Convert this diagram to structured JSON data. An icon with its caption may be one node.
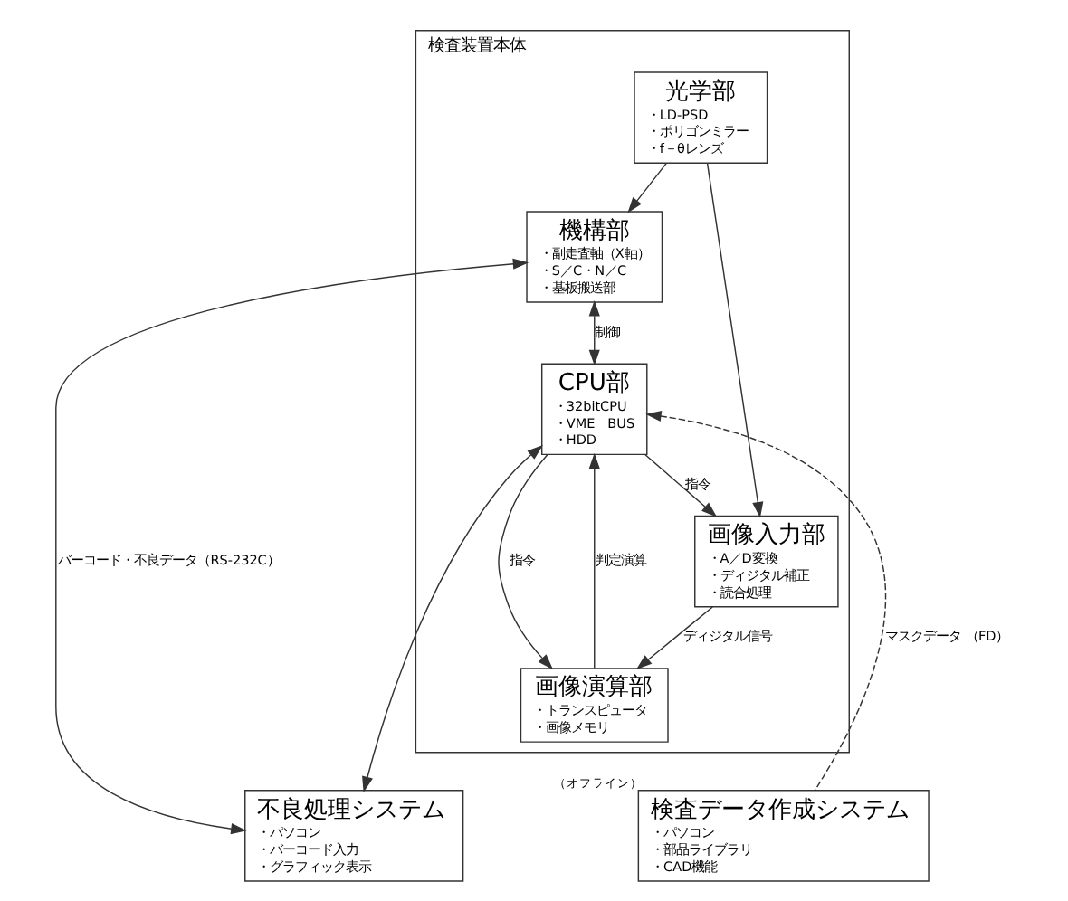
{
  "diagram": {
    "nodes": [
      {
        "text": [
          "検査装置本体"
        ]
      },
      {
        "text": [
          "光学部",
          "・LD-PSD",
          "・ポリゴンミラー",
          "・f－θレンズ"
        ],
        "in": 0
      },
      {
        "text": [
          "機構部",
          "・副走査軸（X軸）",
          "・S／C・N／C",
          "・基板搬送部"
        ],
        "in": 0
      },
      {
        "text": [
          "CPU部",
          "・32bitCPU",
          "・VME　BUS",
          "・HDD"
        ],
        "in": 0
      },
      {
        "text": [
          "画像入力部",
          "・A／D変換",
          "・ディジタル補正",
          "・読合処理"
        ],
        "in": 0
      },
      {
        "text": [
          "画像演算部",
          "・トランスピュータ",
          "・画像メモリ"
        ],
        "in": 0
      },
      {
        "text": [
          "不良処理システム",
          "・パソコン",
          "・バーコード入力",
          "・グラフィック表示"
        ]
      },
      {
        "text": [
          "検査データ作成システム",
          "・パソコン",
          "・部品ライブラリ",
          "・CAD機能"
        ],
        "beside": [
          "（オフライン）"
        ]
      }
    ],
    "edges": [
      {
        "from": 1,
        "to": 2,
        "arrow": "to"
      },
      {
        "from": 1,
        "to": 4,
        "arrow": "to"
      },
      {
        "from": 2,
        "to": 3,
        "arrow": "both",
        "label": "制御"
      },
      {
        "from": 3,
        "to": 4,
        "arrow": "to",
        "label": "指令"
      },
      {
        "from": 3,
        "to": 5,
        "arrow": "to",
        "label": "指令"
      },
      {
        "from": 5,
        "to": 3,
        "arrow": "to",
        "label": "判定演算"
      },
      {
        "from": 4,
        "to": 5,
        "arrow": "to",
        "label": "ディジタル信号"
      },
      {
        "from": 6,
        "to": 2,
        "arrow": "both",
        "label": "バーコード・不良データ（RS-232C）"
      },
      {
        "from": 6,
        "to": 3,
        "arrow": "both"
      },
      {
        "from": 7,
        "to": 3,
        "arrow": "to",
        "style": "dashed",
        "label": "マスクデータ （FD）"
      }
    ]
  }
}
